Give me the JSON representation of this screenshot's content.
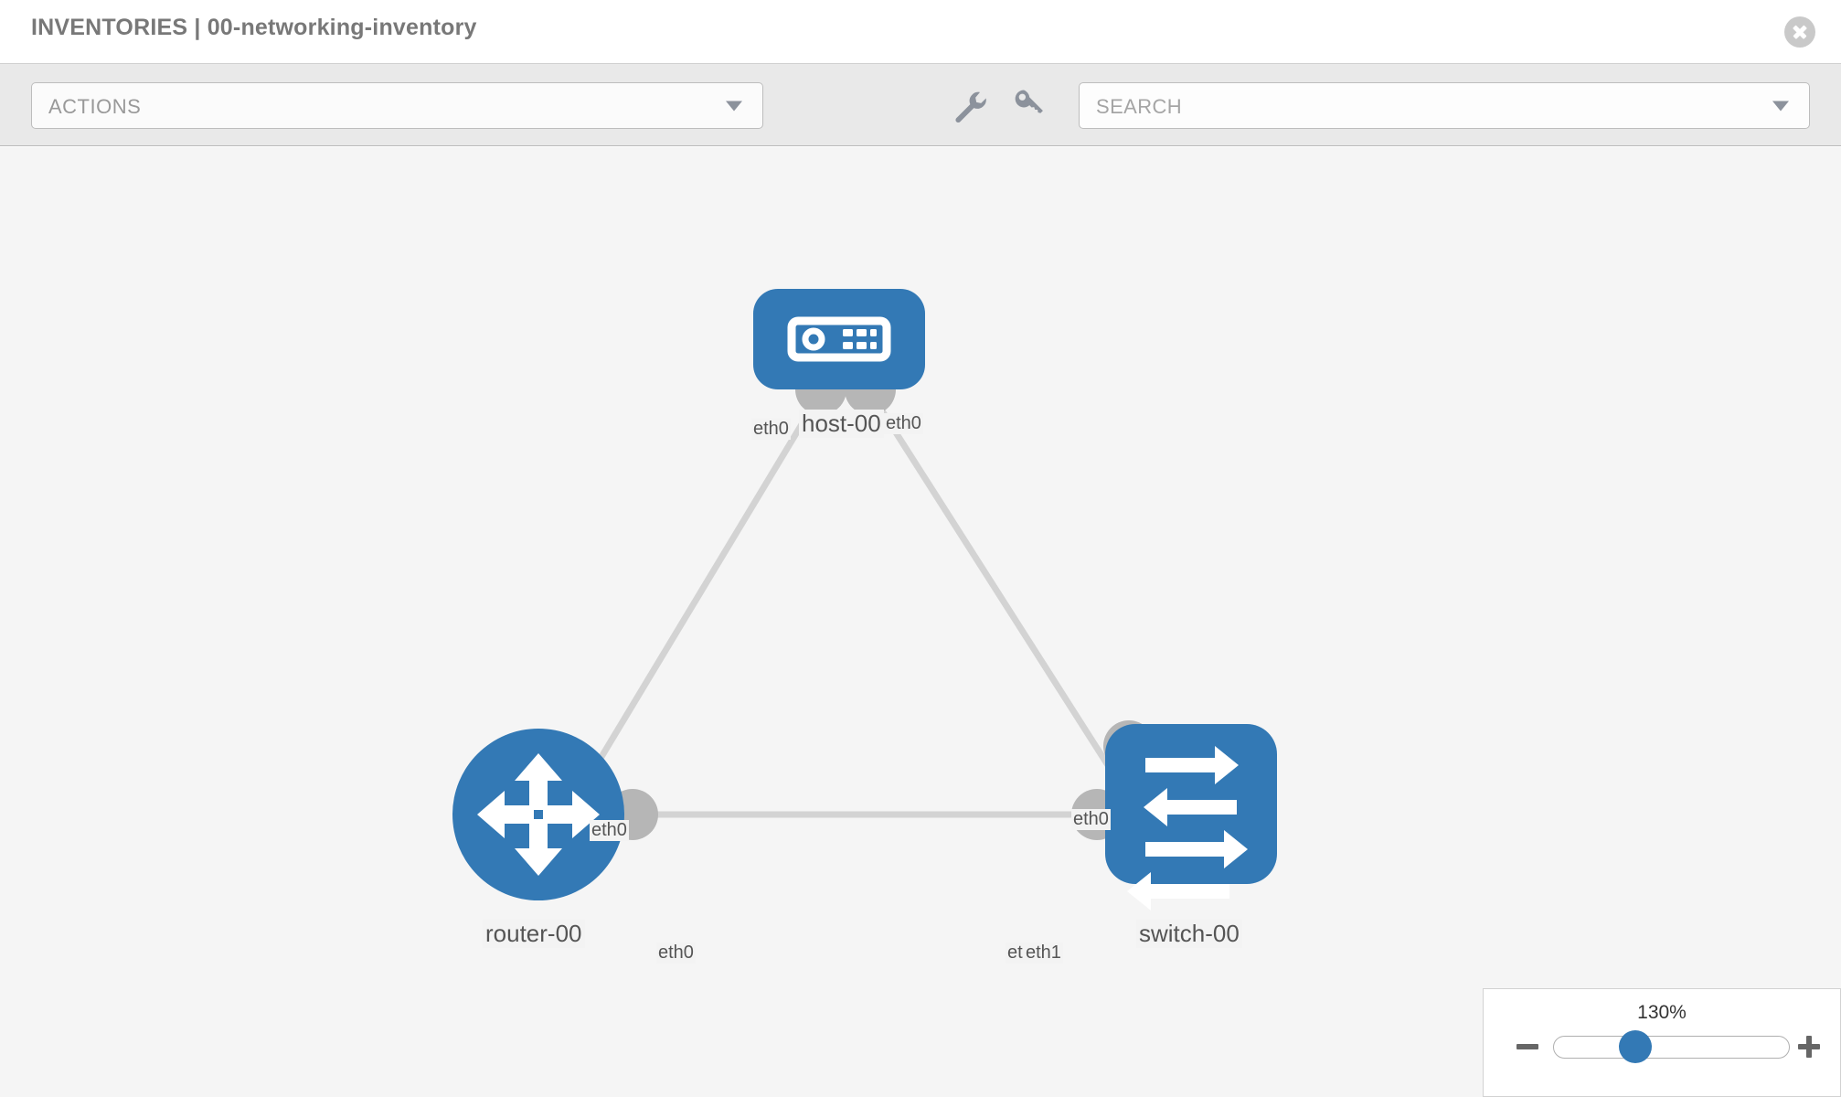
{
  "header": {
    "title": "INVENTORIES | 00-networking-inventory",
    "close_icon": "close-circle-icon"
  },
  "toolbar": {
    "actions_label": "ACTIONS",
    "actions_caret_icon": "chevron-down-icon",
    "wrench_icon": "wrench-icon",
    "key_icon": "key-icon",
    "search_placeholder": "SEARCH",
    "search_caret_icon": "chevron-down-icon"
  },
  "topology": {
    "nodes": [
      {
        "id": "host-00",
        "label": "host-00",
        "type": "host",
        "icon": "server-device-icon"
      },
      {
        "id": "router-00",
        "label": "router-00",
        "type": "router",
        "icon": "router-arrows-icon"
      },
      {
        "id": "switch-00",
        "label": "switch-00",
        "type": "switch",
        "icon": "switch-arrows-icon"
      }
    ],
    "links": [
      {
        "from": "host-00",
        "to": "router-00",
        "from_iface": "eth0",
        "to_iface": "eth0"
      },
      {
        "from": "host-00",
        "to": "switch-00",
        "from_iface": "eth0",
        "to_iface": "eth0"
      },
      {
        "from": "router-00",
        "to": "switch-00",
        "from_iface": "eth0",
        "to_iface": "eth1"
      }
    ],
    "iface_labels": {
      "host_left": "eth0",
      "host_right": "eth0",
      "router_up": "eth0",
      "switch_up": "eth0",
      "router_right": "eth0",
      "switch_left_hidden": "eth",
      "switch_left": "eth1"
    }
  },
  "zoom": {
    "value": "130%",
    "minus_label": "minus-icon",
    "plus_label": "plus-icon"
  },
  "colors": {
    "node_blue": "#3379b5",
    "port_gray": "#b6b6b6",
    "edge_gray": "#d3d3d3",
    "toolbar_bg": "#e9e9e9",
    "canvas_bg": "#f5f5f5"
  }
}
